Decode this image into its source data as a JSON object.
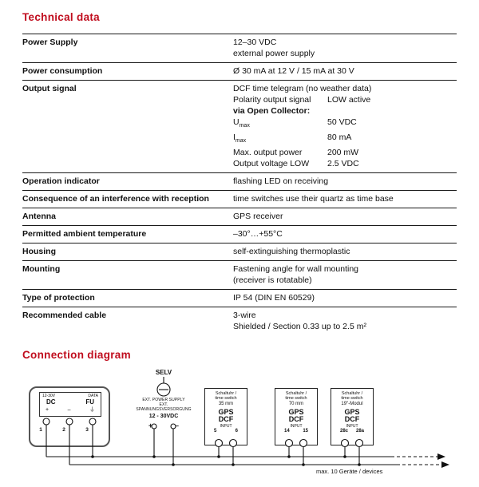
{
  "colors": {
    "accent": "#c00d1e"
  },
  "page": {
    "title": "Technical data"
  },
  "table": {
    "rows": [
      {
        "label": "Power Supply",
        "lines": [
          "12–30 VDC",
          "external power supply"
        ]
      },
      {
        "label": "Power consumption",
        "lines": [
          "Ø 30 mA at 12 V / 15 mA at 30 V"
        ]
      },
      {
        "label": "Output signal",
        "lines": [
          {
            "l": "DCF time telegram (no weather data)",
            "r": ""
          },
          {
            "l": "Polarity output signal",
            "r": "LOW active"
          },
          {
            "l": "via Open Collector:",
            "r": ""
          },
          {
            "base": "U",
            "sub": "max",
            "r": "50 VDC"
          },
          {
            "base": "I",
            "sub": "max",
            "r": "80 mA"
          },
          {
            "l": "Max. output power",
            "r": "200 mW"
          },
          {
            "l": "Output voltage LOW",
            "r": "2.5 VDC"
          }
        ]
      },
      {
        "label": "Operation indicator",
        "lines": [
          "flashing LED on receiving"
        ]
      },
      {
        "label": "Consequence of an interference with reception",
        "lines": [
          "time switches use their quartz as time base"
        ]
      },
      {
        "label": "Antenna",
        "lines": [
          "GPS receiver"
        ]
      },
      {
        "label": "Permitted ambient temperature",
        "lines": [
          "–30°…+55°C"
        ]
      },
      {
        "label": "Housing",
        "lines": [
          "self-extinguishing thermoplastic"
        ]
      },
      {
        "label": "Mounting",
        "lines": [
          "Fastening angle for wall mounting",
          "(receiver is rotatable)"
        ]
      },
      {
        "label": "Type of protection",
        "lines": [
          "IP 54 (DIN EN 60529)"
        ]
      },
      {
        "label": "Recommended cable",
        "lines": [
          "3-wire",
          "Shielded / Section 0.33 up to 2.5 m²"
        ]
      }
    ]
  },
  "diagram": {
    "title": "Connection diagram",
    "device": {
      "top_left": "12-30V",
      "top_right": "DATA",
      "mid_left": "DC",
      "mid_right": "FU",
      "sym1": "+",
      "sym2": "–",
      "sym3": "⏚",
      "t1": "1",
      "t2": "2",
      "t3": "3"
    },
    "supply": {
      "label": "SELV",
      "caption1": "EXT. POWER SUPPLY",
      "caption2": "EXT. SPANNUNGSVERSORGUNG",
      "voltage": "12 - 30VDC",
      "plus": "+",
      "minus": "–"
    },
    "switches": [
      {
        "title1": "Schaltuhr /",
        "title2": "time switch",
        "size": "35 mm",
        "gps": "GPS",
        "dcf": "DCF",
        "input": "INPUT",
        "t1": "5",
        "t2": "6"
      },
      {
        "title1": "Schaltuhr /",
        "title2": "time switch",
        "size": "70 mm",
        "gps": "GPS",
        "dcf": "DCF",
        "input": "INPUT",
        "t1": "14",
        "t2": "15"
      },
      {
        "title1": "Schaltuhr /",
        "title2": "time switch",
        "size": "19\"-Modul",
        "gps": "GPS",
        "dcf": "DCF",
        "input": "INPUT",
        "t1": "28c",
        "t2": "28a"
      }
    ],
    "note": "max. 10 Geräte / devices"
  }
}
